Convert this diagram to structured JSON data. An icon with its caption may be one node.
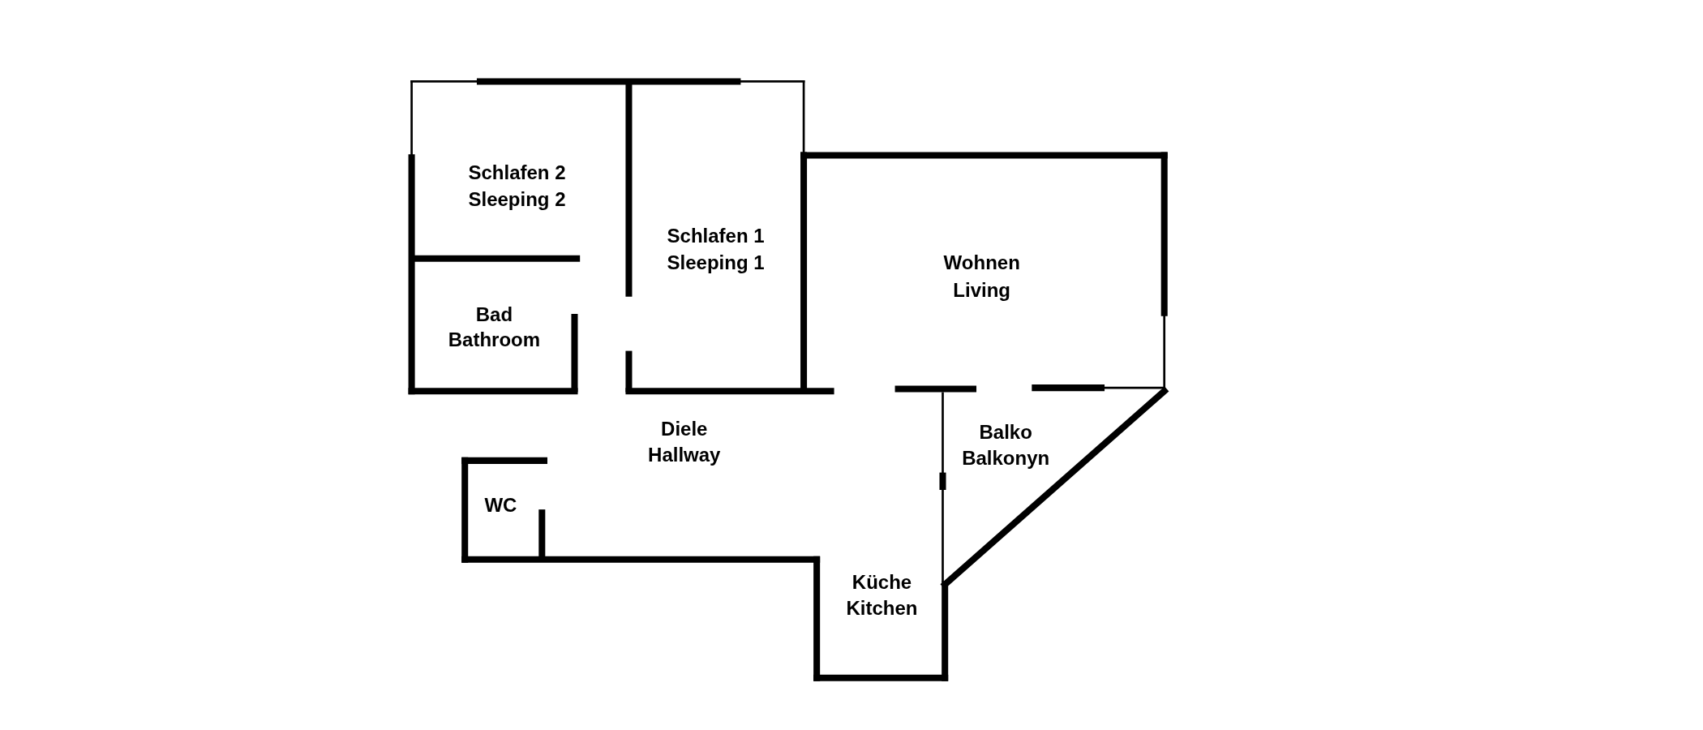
{
  "diagram": {
    "labels": [
      "Schlafen 2",
      "Sleeping 2",
      "Schlafen 1",
      "Sleeping 1",
      "Wohnen",
      "Living",
      "Bad",
      "Bathroom",
      "Diele",
      "Hallway",
      "Balko",
      "Balkonyn",
      "WC",
      "Küche",
      "Kitchen"
    ]
  }
}
